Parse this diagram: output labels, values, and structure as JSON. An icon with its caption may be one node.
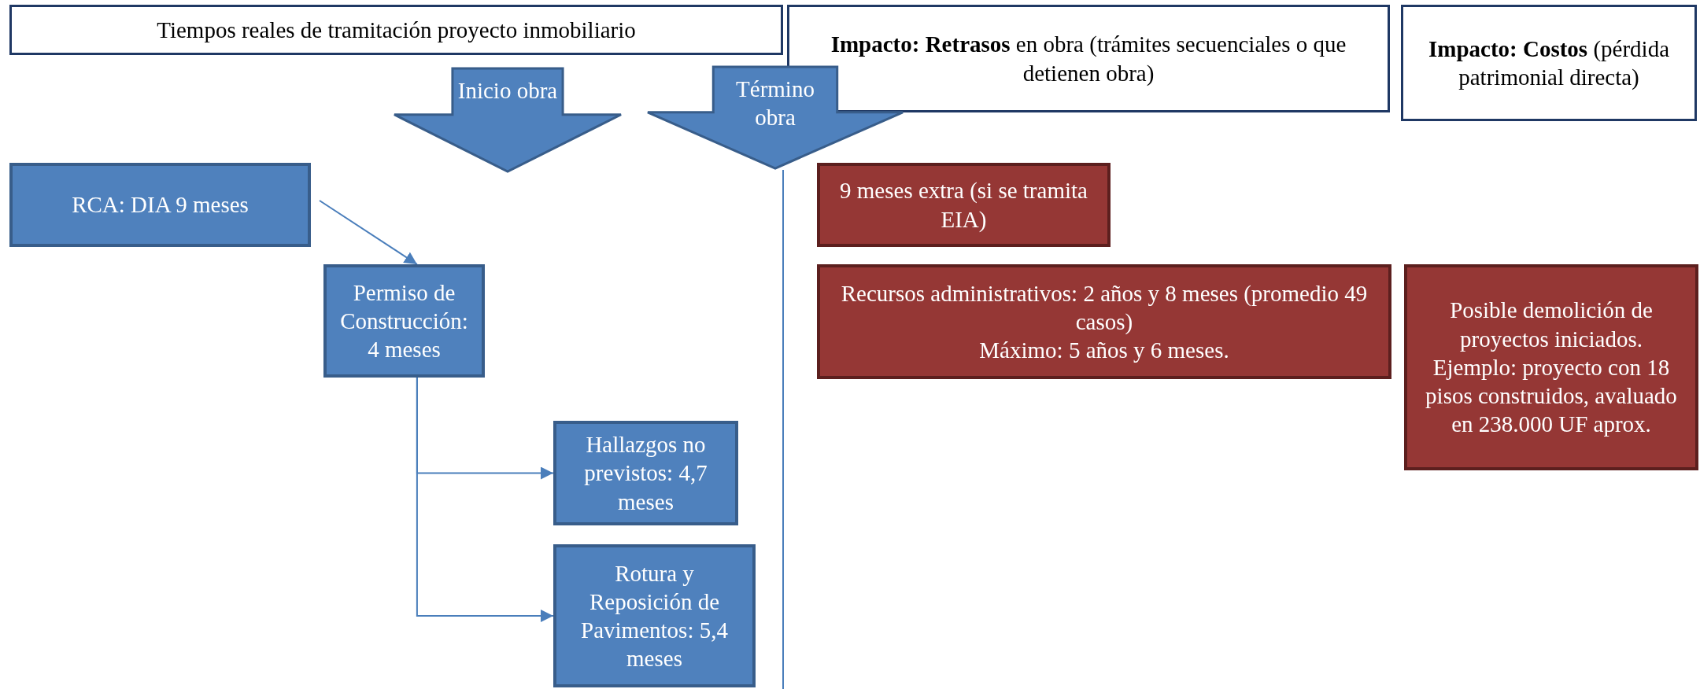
{
  "diagram": {
    "nodes": [
      {
        "text": [
          "Tiempos reales de tramitación proyecto inmobiliario"
        ]
      },
      {
        "text": [
          "**Impacto: Retrasos** en obra (trámites secuenciales o que detienen obra)"
        ]
      },
      {
        "text": [
          "**Impacto: Costos** (pérdida patrimonial directa)"
        ]
      },
      {
        "text": [
          "Inicio obra"
        ]
      },
      {
        "text": [
          "Término obra"
        ]
      },
      {
        "text": [
          "RCA: DIA 9 meses"
        ]
      },
      {
        "text": [
          "9 meses extra (si se tramita EIA)"
        ]
      },
      {
        "text": [
          "Permiso de Construcción: 4 meses"
        ]
      },
      {
        "text": [
          "Recursos administrativos: 2 años y 8 meses (promedio 49 casos)",
          "Máximo: 5 años y 6 meses."
        ]
      },
      {
        "text": [
          "Posible demolición de proyectos iniciados.",
          "Ejemplo: proyecto con 18 pisos construidos, avaluado en 238.000 UF aprox."
        ]
      },
      {
        "text": [
          "Hallazgos no previstos: 4,7 meses"
        ]
      },
      {
        "text": [
          "Rotura y Reposición de Pavimentos: 5,4 meses"
        ]
      }
    ],
    "edges": [
      {
        "from": 5,
        "to": 7,
        "arrow": "to"
      },
      {
        "from": 7,
        "to": 10,
        "arrow": "to"
      },
      {
        "from": 7,
        "to": 11,
        "arrow": "to"
      }
    ]
  }
}
